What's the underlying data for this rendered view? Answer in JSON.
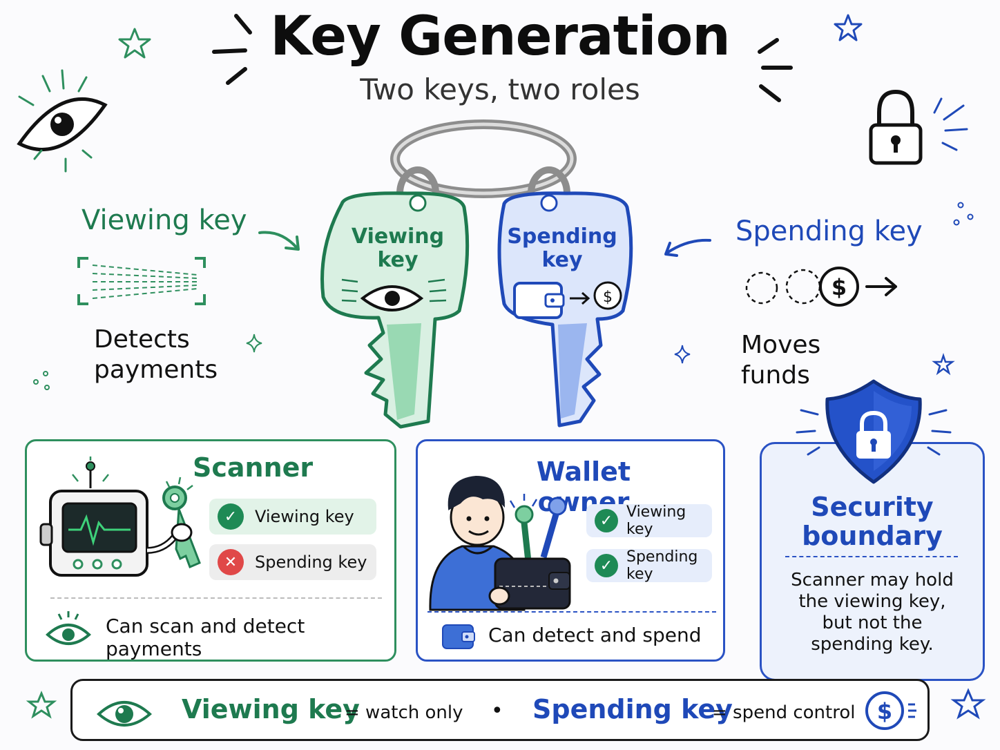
{
  "header": {
    "title": "Key Generation",
    "subtitle": "Two keys, two roles"
  },
  "viewing": {
    "label": "Viewing key",
    "description_line1": "Detects",
    "description_line2": "payments",
    "key_tag_line1": "Viewing",
    "key_tag_line2": "key"
  },
  "spending": {
    "label": "Spending key",
    "description_line1": "Moves",
    "description_line2": "funds",
    "key_tag_line1": "Spending",
    "key_tag_line2": "key"
  },
  "scanner": {
    "title": "Scanner",
    "items": [
      {
        "label": "Viewing key",
        "status": "allowed"
      },
      {
        "label": "Spending key",
        "status": "denied"
      }
    ],
    "note": "Can scan and detect payments"
  },
  "wallet_owner": {
    "title": "Wallet owner",
    "items": [
      {
        "label": "Viewing key",
        "status": "allowed"
      },
      {
        "label": "Spending key",
        "status": "allowed"
      }
    ],
    "note": "Can detect and spend"
  },
  "security": {
    "title_line1": "Security",
    "title_line2": "boundary",
    "body_line1": "Scanner may hold",
    "body_line2": "the viewing key,",
    "body_line3": "but not the",
    "body_line4": "spending key."
  },
  "legend": {
    "viewing_key": "Viewing key",
    "viewing_meaning": "= watch only",
    "separator": "•",
    "spending_key": "Spending key",
    "spending_meaning": "= spend control"
  },
  "colors": {
    "viewing_green": "#1e7a4f",
    "spending_blue": "#1f49b8",
    "allowed_check": "#1e8a55",
    "denied_cross": "#e04848"
  },
  "icons": [
    "eye-icon",
    "padlock-icon",
    "shield-lock-icon",
    "wallet-icon",
    "dollar-coin-icon",
    "robot-scanner-icon",
    "person-icon",
    "star-icon"
  ]
}
